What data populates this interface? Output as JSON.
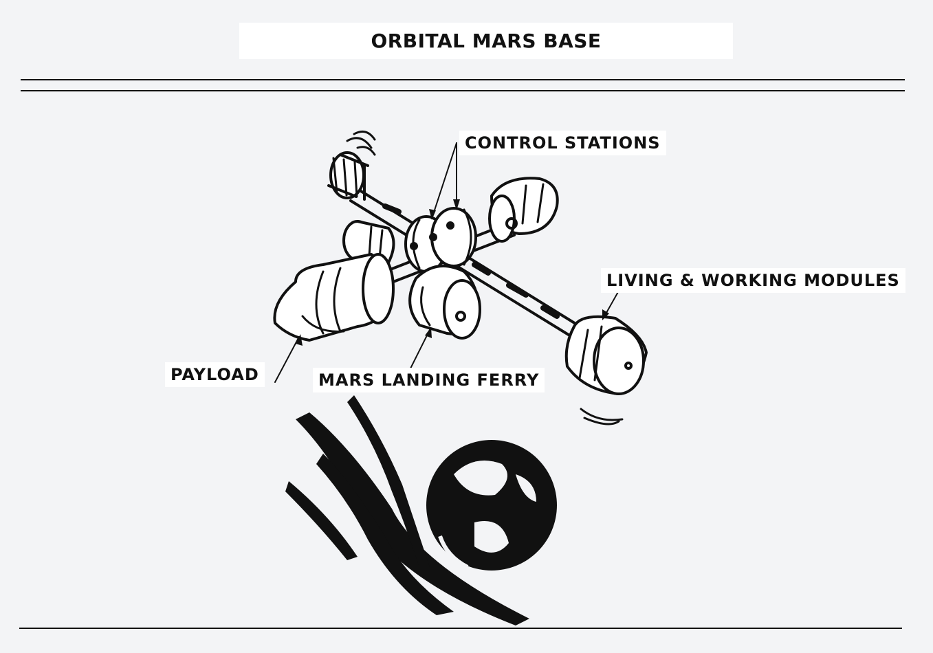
{
  "title": "ORBITAL MARS BASE",
  "labels": {
    "control_stations": "CONTROL STATIONS",
    "living_modules": "LIVING & WORKING MODULES",
    "payload": "PAYLOAD",
    "landing_ferry": "MARS LANDING FERRY"
  },
  "colors": {
    "ink": "#111111",
    "paper": "#f3f4f6",
    "label_bg": "#ffffff"
  }
}
